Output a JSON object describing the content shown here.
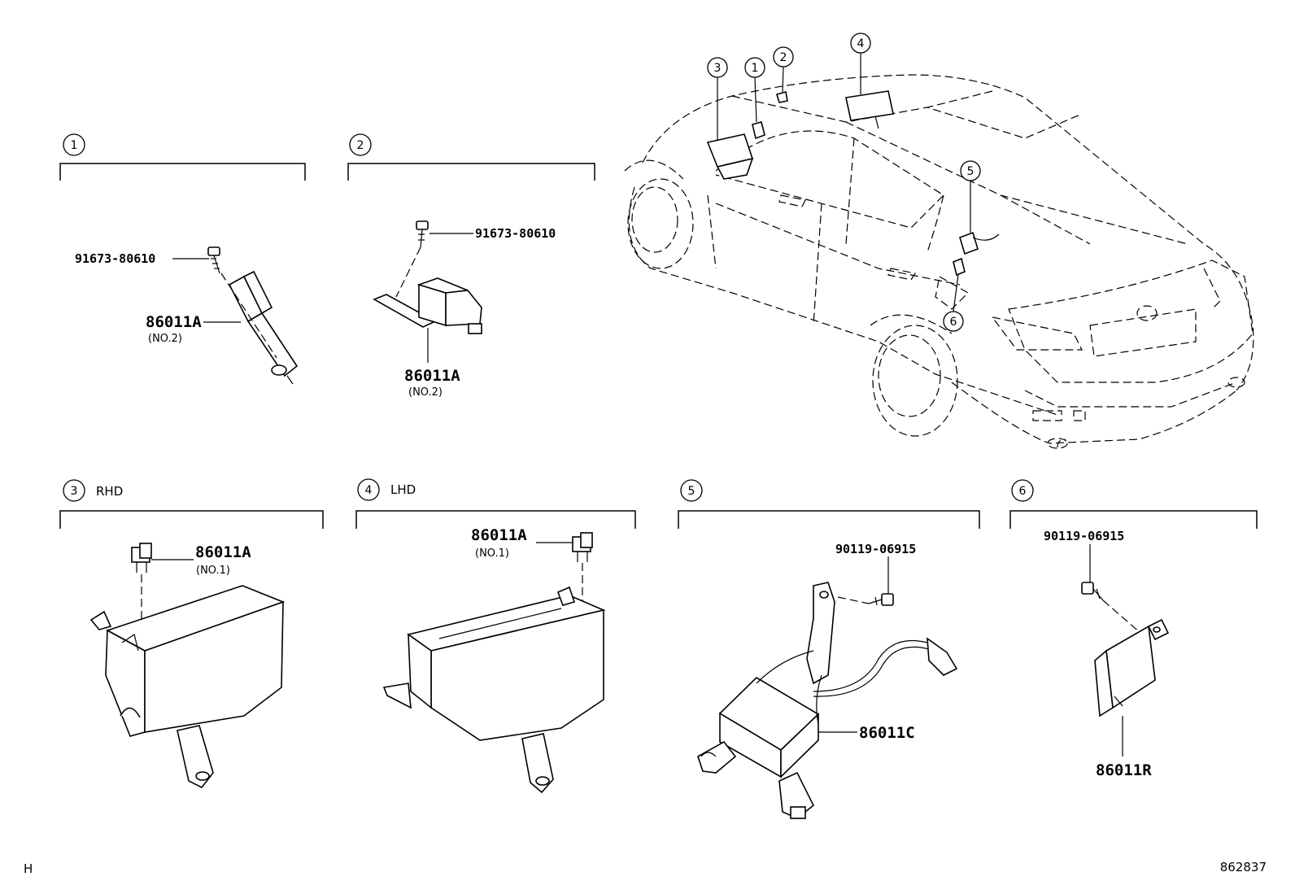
{
  "sections": [
    {
      "number": "1",
      "label": ""
    },
    {
      "number": "2",
      "label": ""
    },
    {
      "number": "3",
      "label": "RHD"
    },
    {
      "number": "4",
      "label": "LHD"
    },
    {
      "number": "5",
      "label": ""
    },
    {
      "number": "6",
      "label": ""
    }
  ],
  "parts": {
    "s1_bolt": "91673-80610",
    "s1_part": "86011A",
    "s1_part_sub": "(NO.2)",
    "s2_bolt": "91673-80610",
    "s2_part": "86011A",
    "s2_part_sub": "(NO.2)",
    "s3_part": "86011A",
    "s3_part_sub": "(NO.1)",
    "s4_part": "86011A",
    "s4_part_sub": "(NO.1)",
    "s5_bolt": "90119-06915",
    "s5_part": "86011C",
    "s6_bolt": "90119-06915",
    "s6_part": "86011R"
  },
  "car_callouts": [
    "3",
    "1",
    "2",
    "4",
    "5",
    "6"
  ],
  "footer": {
    "left_code": "H",
    "right_code": "862837"
  }
}
